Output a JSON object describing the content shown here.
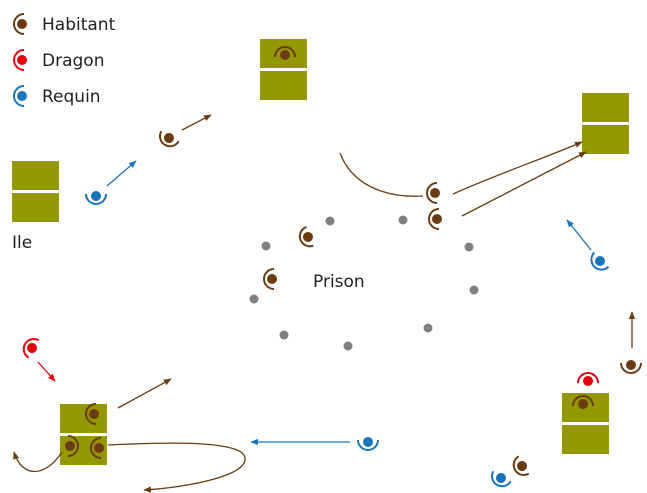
{
  "legend": {
    "habitant": "Habitant",
    "dragon": "Dragon",
    "requin": "Requin"
  },
  "labels": {
    "ile": "Ile",
    "prison": "Prison"
  },
  "colors": {
    "habitant": "#6b3b12",
    "dragon": "#e3000f",
    "requin": "#1a74bb",
    "island": "#949800",
    "prison_dot": "#808080",
    "background": "#ffffff"
  },
  "icons": {
    "habitant": "habitant-icon",
    "dragon": "dragon-icon",
    "requin": "requin-icon",
    "island": "island-icon",
    "prison_dot": "prison-dot-icon"
  }
}
